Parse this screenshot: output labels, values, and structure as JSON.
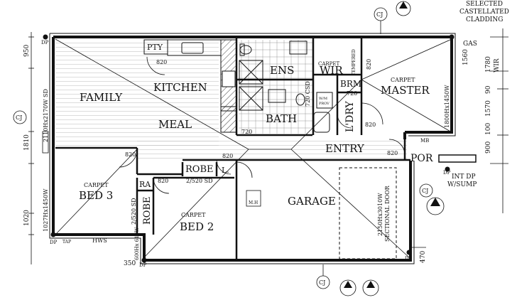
{
  "rooms": {
    "pty": "PTY",
    "kitchen": "KITCHEN",
    "family": "FAMILY",
    "meal": "MEAL",
    "ens": "ENS",
    "wir": "WIR",
    "wir_carpet": "CARPET",
    "master": "MASTER",
    "master_carpet": "CARPET",
    "brm": "BRM",
    "bath": "BATH",
    "ldry": "L'DRY",
    "entry": "ENTRY",
    "por": "POR",
    "robe_hall": "ROBE",
    "linen": "L.",
    "ra": "RA",
    "robe_bed3": "ROBE",
    "bed3": "BED 3",
    "bed3_carpet": "CARPET",
    "bed2": "BED 2",
    "bed2_carpet": "CARPET",
    "garage": "GARAGE",
    "mh": "M.H"
  },
  "notes": {
    "cladding_l1": "SELECTED",
    "cladding_l2": "CASTELLATED",
    "cladding_l3": "CLADDING",
    "gas": "GAS",
    "int_dp_l1": "INT DP",
    "int_dp_l2": "W/SUMP",
    "hws": "HWS",
    "tap": "TAP",
    "cj": "CJ",
    "dp": "DP",
    "mb": "MB",
    "wm": "W/M",
    "prov": "PROV",
    "stair_label": "TEMPERED"
  },
  "dimensions": {
    "left_950": "950",
    "left_1810": "1810",
    "left_1020": "1020",
    "left_350": "350",
    "right_1560": "1560",
    "right_1780": "1780",
    "right_wir": "WIR",
    "right_90": "90",
    "right_1570": "1570",
    "right_100": "100",
    "right_900": "900",
    "right_470": "470"
  },
  "windows": {
    "family_win": "2110Hx2170W SD",
    "bed3_win": "1027Hx1450W",
    "robe_win": "2/520 SD",
    "robe_win2": "2/520 SD",
    "master_win": "1800Hx1450W",
    "garage_door": "2150Hx3010W",
    "garage_door_l2": "SECTIONAL DOOR",
    "bed2_win": "600Hx 610W",
    "bath_win": "720 CSD"
  },
  "doors": {
    "d820": "820",
    "d720": "720"
  }
}
